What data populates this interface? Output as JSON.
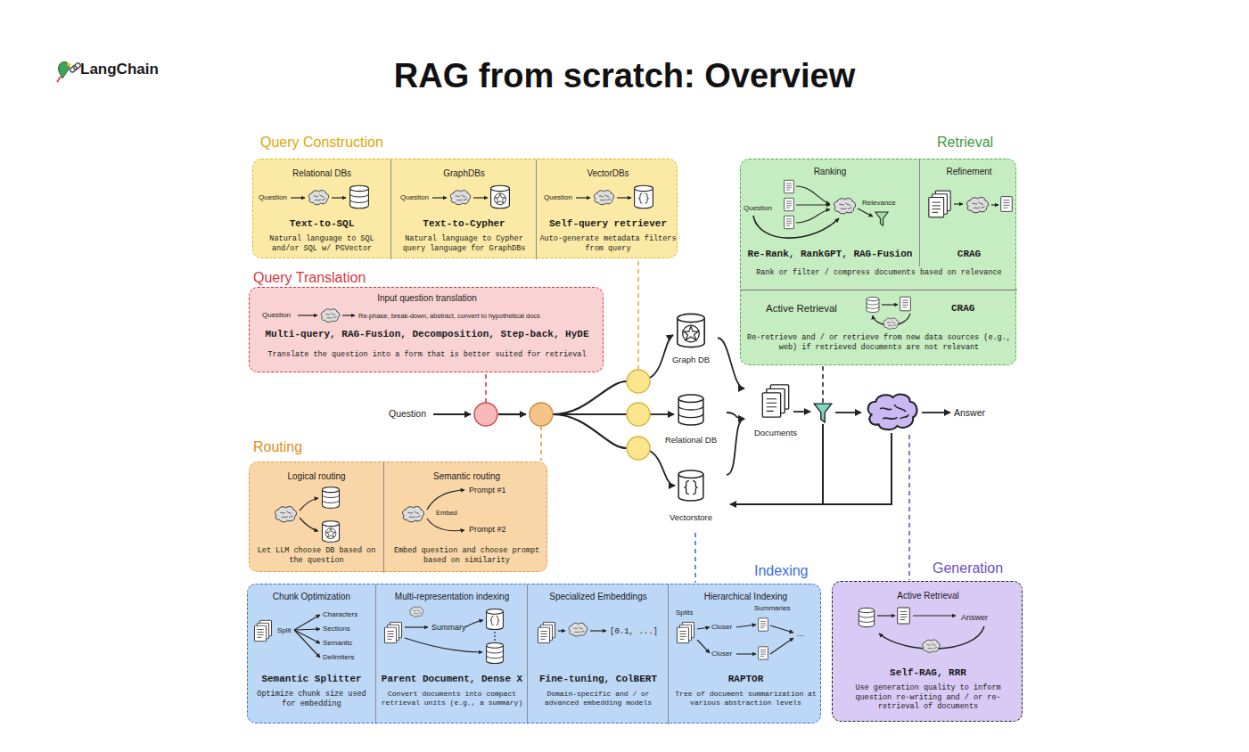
{
  "diagram": {
    "title": "RAG from scratch: Overview",
    "nodes": [
      {
        "text": [
          "Query Construction"
        ]
      },
      {
        "text": [
          "Relational DBs",
          "Question",
          "Text-to-SQL",
          "Natural language to SQL and/or SQL w/ PGVector"
        ],
        "in": 0
      },
      {
        "text": [
          "GraphDBs",
          "Question",
          "Text-to-Cypher",
          "Natural language to Cypher query language for GraphDBs"
        ],
        "in": 0
      },
      {
        "text": [
          "VectorDBs",
          "Question",
          "Self-query retriever",
          "Auto-generate metadata filters from query"
        ],
        "in": 0
      },
      {
        "text": [
          "Retrieval",
          "Rank or filter / compress documents based on relevance"
        ]
      },
      {
        "text": [
          "Ranking",
          "Question",
          "Relevance",
          "Re-Rank, RankGPT, RAG-Fusion"
        ],
        "in": 4
      },
      {
        "text": [
          "Refinement",
          "CRAG"
        ],
        "in": 4
      },
      {
        "text": [
          "Active Retrieval",
          "CRAG",
          "Re-retrieve and / or retrieve from new data sources (e.g., web) if retrieved documents are not relevant"
        ],
        "in": 4
      },
      {
        "text": [
          "Query Translation",
          "Input question translation",
          "Question",
          "Re-phase, break-down, abstract, convert to hypothetical docs",
          "Multi-query, RAG-Fusion, Decomposition, Step-back, HyDE",
          "Translate the question into a form that is better suited for retrieval"
        ]
      },
      {
        "text": [
          "Graph DB"
        ]
      },
      {
        "text": [
          "Relational DB"
        ]
      },
      {
        "text": [
          "Documents"
        ]
      },
      {
        "text": [
          "Vectorstore"
        ]
      },
      {
        "text": [
          "Routing"
        ]
      },
      {
        "text": [
          "Logical routing",
          "Let LLM choose DB based on the question"
        ],
        "in": 13
      },
      {
        "text": [
          "Semantic routing",
          "Prompt #1",
          "Embed",
          "Prompt #2",
          "Embed question and choose prompt based on similarity"
        ],
        "in": 13
      },
      {
        "text": [
          "Indexing"
        ]
      },
      {
        "text": [
          "Chunk Optimization",
          "Split",
          "Characters",
          "Sections",
          "Semantic",
          "Delimiters",
          "Semantic Splitter",
          "Optimize chunk size used for embedding"
        ],
        "in": 16
      },
      {
        "text": [
          "Multi-representation indexing",
          "Summary",
          "Parent Document, Dense X",
          "Convert documents into compact retrieval units (e.g., a summary)"
        ],
        "in": 16
      },
      {
        "text": [
          "Specialized Embeddings",
          "[0.1, ...]",
          "Fine-tuning, ColBERT",
          "Domain-specific and / or advanced embedding models"
        ],
        "in": 16
      },
      {
        "text": [
          "Hierarchical Indexing",
          "Splits",
          "Summaries",
          "Cluser",
          "Cluser",
          "...",
          "RAPTOR",
          "Tree of document summarization at various abstraction levels"
        ],
        "in": 16
      },
      {
        "text": [
          "Generation",
          "Active Retrieval",
          "Answer",
          "Self-RAG, RRR",
          "Use generation quality to inform question re-writing and / or re-retrieval of documents"
        ]
      }
    ],
    "edges": [
      {
        "from": 9,
        "to": 11,
        "arrow": "to"
      },
      {
        "from": 10,
        "to": 11,
        "arrow": "to"
      },
      {
        "from": 12,
        "to": 11,
        "arrow": "to"
      }
    ],
    "labels": [
      "LangChain",
      "Question",
      "Answer"
    ]
  }
}
